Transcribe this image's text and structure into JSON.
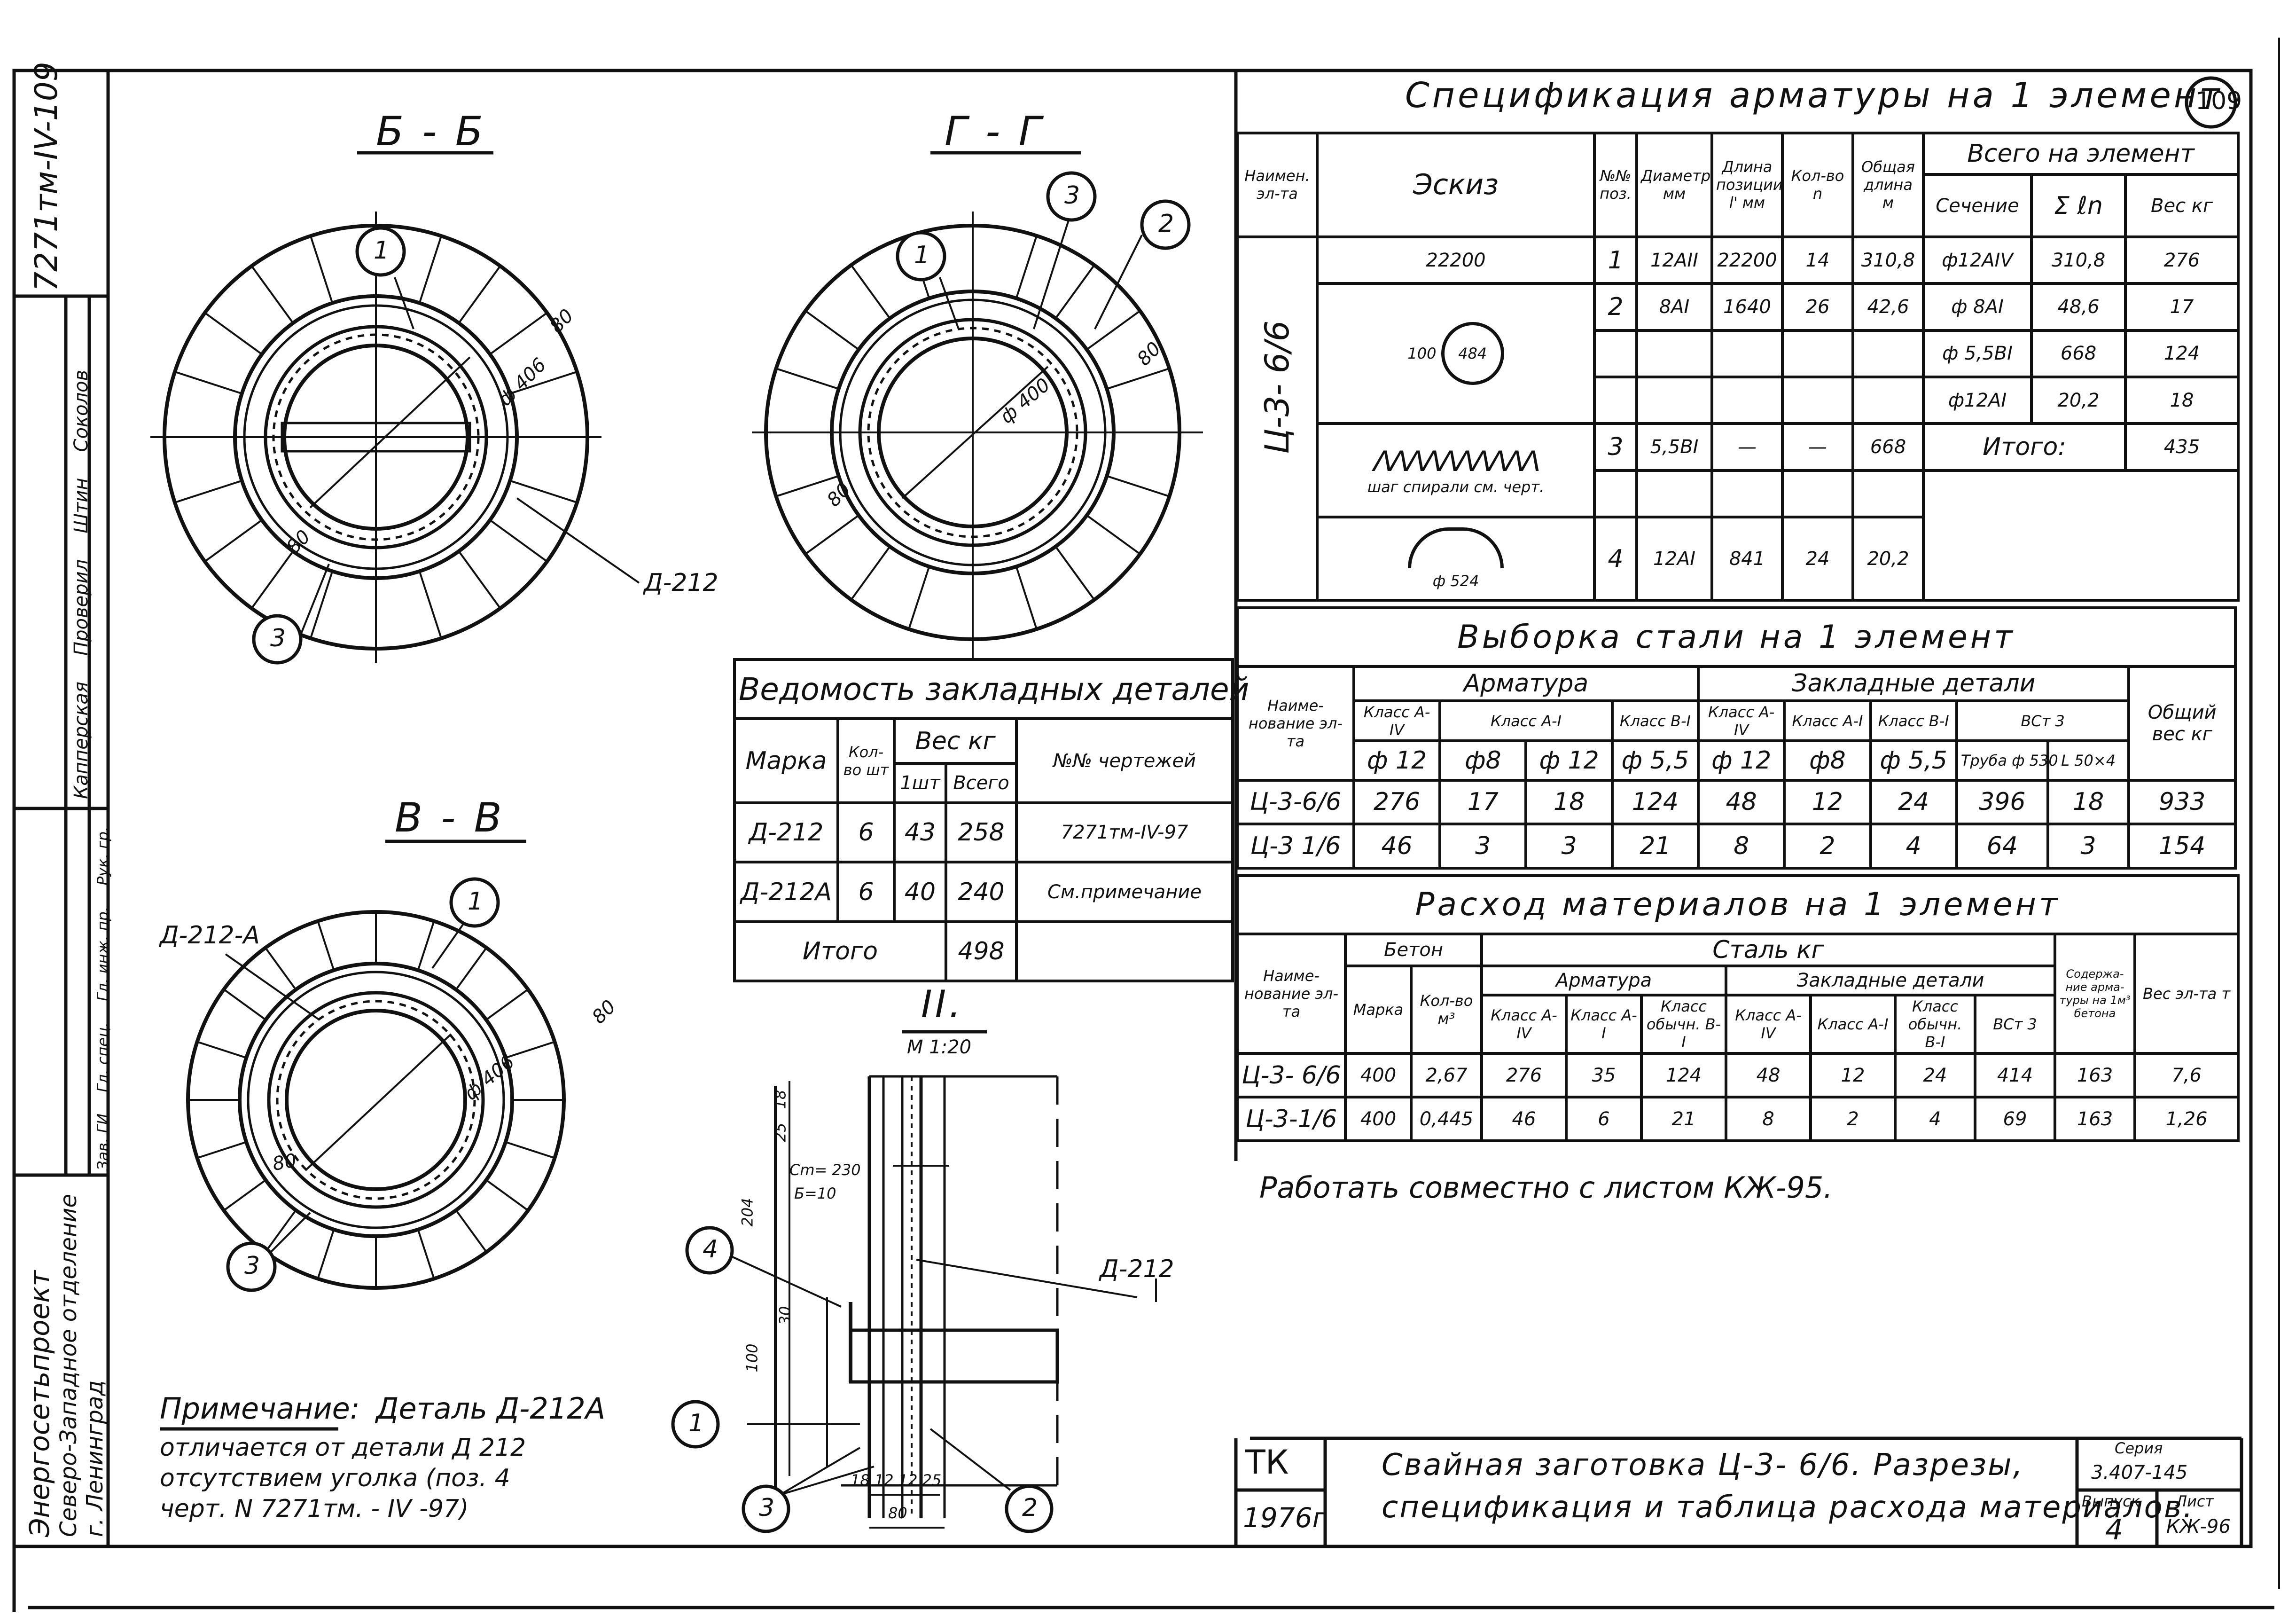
{
  "sheet_no": "109",
  "side_stamp": {
    "code": "7271тм-IV-109",
    "org": "Энергосетьпроект",
    "branch": "Северо-Западное отделение",
    "city": "г. Ленинград",
    "roles": [
      "Зав. ГИ",
      "Гл. спец.",
      "Гл. инж. пр.",
      "Рук. гр."
    ],
    "names": [
      "Капперская",
      "Проверил",
      "Штин",
      "Соколов"
    ]
  },
  "sections": {
    "bb": "Б - Б",
    "gg": "Г - Г",
    "vv": "В - В",
    "detail": "II.",
    "detail_scale": "М 1:20"
  },
  "drawing_labels": {
    "d212": "Д-212",
    "d212a": "Д-212-А",
    "phi400": "ф 400",
    "phi406": "ф 406",
    "dim80": "80",
    "cm": "Cm= 230",
    "b10": "Б=10",
    "dims_vertical": [
      "18",
      "25",
      "204",
      "30",
      "100"
    ],
    "dims_bottom": [
      "18",
      "12",
      "12",
      "25",
      "80"
    ],
    "pos": [
      "1",
      "2",
      "3",
      "4"
    ]
  },
  "spec": {
    "title": "Спецификация арматуры на 1 элемент",
    "headers": {
      "name": "Наимен. эл-та",
      "sketch": "Эскиз",
      "pos": "№№ поз.",
      "diam": "Диаметр мм",
      "length": "Длина позиции l' мм",
      "qty": "Кол-во n",
      "total_len": "Общая длина м",
      "total": "Всего на элемент",
      "section": "Сечение",
      "sum_l": "Σ ℓn",
      "weight": "Вес кг"
    },
    "element": "Ц-3- 6/6",
    "sketch_labels": [
      "22200",
      "484",
      "100",
      "ф 524",
      "шаг спирали см. черт.",
      "ф 524"
    ],
    "rows": [
      {
        "pos": "1",
        "diam": "12АII",
        "len": "22200",
        "qty": "14",
        "total": "310,8"
      },
      {
        "pos": "2",
        "diam": "8АI",
        "len": "1640",
        "qty": "26",
        "total": "42,6"
      },
      {
        "pos": "3",
        "diam": "5,5ВI",
        "len": "—",
        "qty": "—",
        "total": "668"
      },
      {
        "pos": "4",
        "diam": "12АI",
        "len": "841",
        "qty": "24",
        "total": "20,2"
      }
    ],
    "totals": [
      {
        "section": "ф12АIV",
        "sum": "310,8",
        "weight": "276"
      },
      {
        "section": "ф 8АI",
        "sum": "48,6",
        "weight": "17"
      },
      {
        "section": "ф 5,5ВI",
        "sum": "668",
        "weight": "124"
      },
      {
        "section": "ф12АI",
        "sum": "20,2",
        "weight": "18"
      }
    ],
    "itogo_label": "Итого:",
    "itogo_value": "435"
  },
  "selection": {
    "title": "Выборка стали на 1 элемент",
    "h_name": "Наиме-нование эл-та",
    "h_arm": "Арматура",
    "h_emb": "Закладные детали",
    "h_total": "Общий вес кг",
    "classes": [
      "Класс А-IV",
      "Класс А-I",
      "",
      "Класс В-I",
      "Класс А-IV",
      "Класс А-I",
      "Класс В-I",
      "ВСт 3",
      ""
    ],
    "diams": [
      "ф 12",
      "ф8",
      "ф 12",
      "ф 5,5",
      "ф 12",
      "ф8",
      "ф 5,5",
      "Труба ф 530",
      "L 50×4"
    ],
    "rows": [
      {
        "name": "Ц-3-6/6",
        "v": [
          "276",
          "17",
          "18",
          "124",
          "48",
          "12",
          "24",
          "396",
          "18"
        ],
        "total": "933"
      },
      {
        "name": "Ц-3 1/6",
        "v": [
          "46",
          "3",
          "3",
          "21",
          "8",
          "2",
          "4",
          "64",
          "3"
        ],
        "total": "154"
      }
    ]
  },
  "consumption": {
    "title": "Расход материалов на 1 элемент",
    "h_name": "Наиме-нование эл-та",
    "h_beton": "Бетон",
    "h_marka": "Марка",
    "h_vol": "Кол-во м³",
    "h_steel": "Сталь кг",
    "h_arm": "Арматура",
    "h_emb": "Закладные детали",
    "arm_classes": [
      "Класс А-IV",
      "Класс А-I",
      "Класс обычн. В-I"
    ],
    "emb_classes": [
      "Класс А-IV",
      "Класс А-I",
      "Класс обычн. В-I",
      "ВСт 3"
    ],
    "h_content": "Содержа-ние арма-туры на 1м³ бетона",
    "h_weight": "Вес эл-та т",
    "rows": [
      {
        "name": "Ц-3- 6/6",
        "v": [
          "400",
          "2,67",
          "276",
          "35",
          "124",
          "48",
          "12",
          "24",
          "414",
          "163",
          "7,6"
        ]
      },
      {
        "name": "Ц-3-1/6",
        "v": [
          "400",
          "0,445",
          "46",
          "6",
          "21",
          "8",
          "2",
          "4",
          "69",
          "163",
          "1,26"
        ]
      }
    ]
  },
  "note_right": "Работать совместно с листом КЖ-95.",
  "embedded": {
    "title": "Ведомость закладных деталей",
    "h_mark": "Марка",
    "h_qty": "Кол-во шт",
    "h_weight": "Вес кг",
    "h_one": "1шт",
    "h_all": "Всего",
    "h_drw": "№№ чертежей",
    "rows": [
      {
        "mark": "Д-212",
        "qty": "6",
        "one": "43",
        "all": "258",
        "drw": "7271тм-IV-97"
      },
      {
        "mark": "Д-212А",
        "qty": "6",
        "one": "40",
        "all": "240",
        "drw": "См.примечание"
      }
    ],
    "itogo_label": "Итого",
    "itogo_value": "498"
  },
  "note_left": {
    "title": "Примечание:",
    "text1": "Деталь Д-212А",
    "text2": "отличается от детали Д 212",
    "text3": "отсутствием уголка (поз. 4",
    "text4": "черт. N 7271тм. - IV -97)"
  },
  "titleblock": {
    "tk": "ТК",
    "year": "1976г",
    "desc1": "Свайная заготовка Ц-3- 6/6. Разрезы,",
    "desc2": "спецификация и таблица расхода материалов.",
    "series_label": "Серия",
    "series": "3.407-145",
    "issue_label": "Выпуск",
    "issue": "4",
    "sheet_label": "Лист",
    "sheet": "КЖ-96"
  }
}
